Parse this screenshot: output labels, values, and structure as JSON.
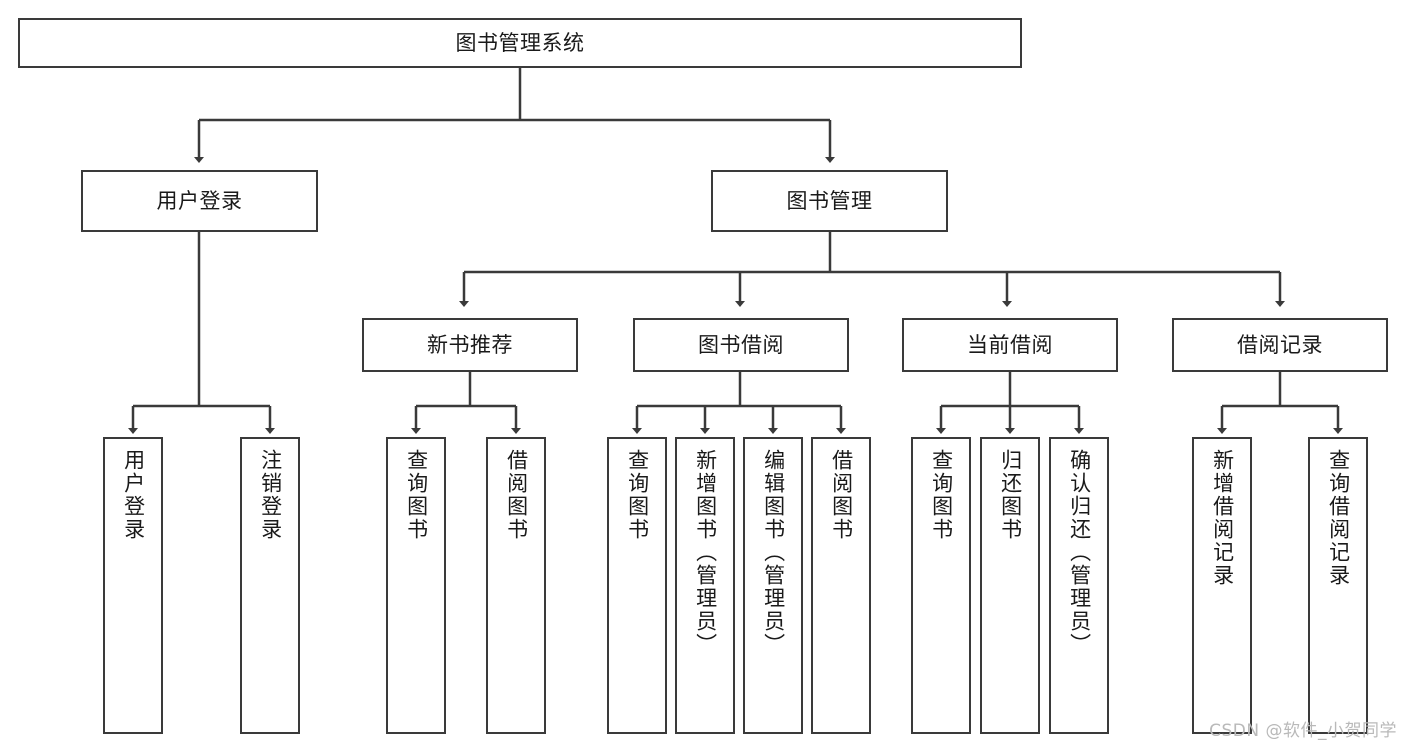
{
  "diagram": {
    "type": "tree",
    "root": {
      "label": "图书管理系统"
    },
    "level2": [
      {
        "label": "用户登录"
      },
      {
        "label": "图书管理"
      }
    ],
    "level3": [
      {
        "label": "新书推荐"
      },
      {
        "label": "图书借阅"
      },
      {
        "label": "当前借阅"
      },
      {
        "label": "借阅记录"
      }
    ],
    "leaves": {
      "user_login": [
        {
          "label": "用户登录"
        },
        {
          "label": "注销登录"
        }
      ],
      "new_book_recommend": [
        {
          "label": "查询图书"
        },
        {
          "label": "借阅图书"
        }
      ],
      "book_borrow": [
        {
          "label": "查询图书"
        },
        {
          "label": "新增图书（管理员）"
        },
        {
          "label": "编辑图书（管理员）"
        },
        {
          "label": "借阅图书"
        }
      ],
      "current_borrow": [
        {
          "label": "查询图书"
        },
        {
          "label": "归还图书"
        },
        {
          "label": "确认归还（管理员）"
        }
      ],
      "borrow_record": [
        {
          "label": "新增借阅记录"
        },
        {
          "label": "查询借阅记录"
        }
      ]
    }
  },
  "watermark": {
    "text": "CSDN @软件_小贺同学"
  },
  "colors": {
    "stroke": "#3a3a3a",
    "background": "#ffffff",
    "text": "#1a1a1a",
    "watermark": "#b9b9b9"
  }
}
